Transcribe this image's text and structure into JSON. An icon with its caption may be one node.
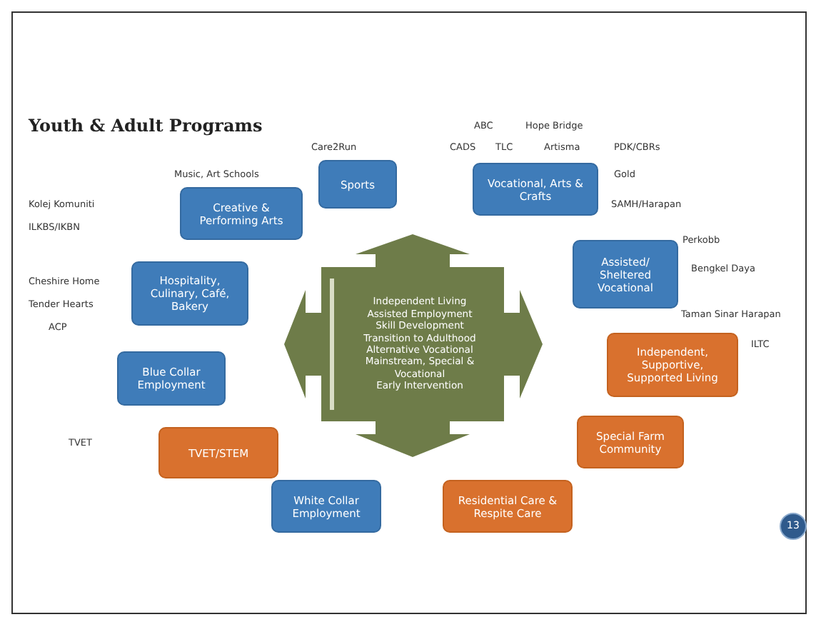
{
  "diagram": {
    "title": "Youth & Adult Programs",
    "nodes": [
      {
        "text": [
          "Sports"
        ]
      },
      {
        "text": [
          "Vocational, Arts & Crafts"
        ]
      },
      {
        "text": [
          "Creative & Performing Arts"
        ]
      },
      {
        "text": [
          "Hospitality, Culinary, Café, Bakery"
        ]
      },
      {
        "text": [
          "Assisted/ Sheltered Vocational"
        ]
      },
      {
        "text": [
          "Independent Living",
          "Assisted Employment",
          "Skill Development",
          "Transition to Adulthood",
          "Alternative Vocational",
          "Mainstream, Special & Vocational",
          "Early Intervention"
        ]
      },
      {
        "text": [
          "Independent, Supportive, Supported Living"
        ]
      },
      {
        "text": [
          "Blue Collar Employment"
        ]
      },
      {
        "text": [
          "Special Farm Community"
        ]
      },
      {
        "text": [
          "TVET/STEM"
        ]
      },
      {
        "text": [
          "White Collar Employment"
        ]
      },
      {
        "text": [
          "Residential Care & Respite Care"
        ]
      },
      {
        "text": [
          "13"
        ]
      }
    ],
    "edges": [
      {
        "from": 5,
        "to": null,
        "arrow": "to"
      },
      {
        "from": 5,
        "to": null,
        "arrow": "to"
      },
      {
        "from": 5,
        "to": null,
        "arrow": "to"
      },
      {
        "from": 5,
        "to": null,
        "arrow": "to"
      }
    ],
    "labels": [
      "ABC",
      "Hope Bridge",
      "Care2Run",
      "CADS",
      "TLC",
      "Artisma",
      "PDK/CBRs",
      "Music, Art Schools",
      "Gold",
      "Kolej Komuniti",
      "SAMH/Harapan",
      "ILKBS/IKBN",
      "Perkobb",
      "Bengkel Daya",
      "Cheshire Home",
      "Tender Hearts",
      "Taman Sinar Harapan",
      "ACP",
      "ILTC",
      "TVET"
    ]
  }
}
